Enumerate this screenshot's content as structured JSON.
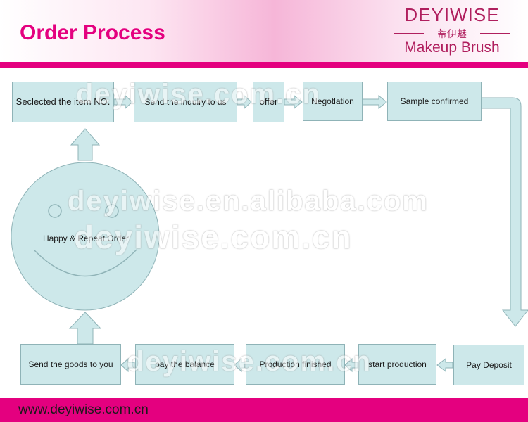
{
  "header": {
    "title": "Order Process",
    "brand": {
      "name": "DEYIWISE",
      "chinese": "蒂伊魅",
      "tagline": "Makeup Brush"
    }
  },
  "steps": {
    "s1": "Seclected the item NO.",
    "s2": "Send the inquiry to us",
    "s3": "offer",
    "s4": "Negotlation",
    "s5": "Sample confirmed",
    "s6": "Pay Deposit",
    "s7": "start production",
    "s8": "Production finished",
    "s9": "pay the balance",
    "s10": "Send the goods to you",
    "s11": "Happy & Repeat Order"
  },
  "watermarks": {
    "w1": "deyiwise.com.cn",
    "w2": "deyiwise.en.alibaba.com",
    "w3": "deyiwise.com.cn",
    "w4": "deyiwise.com.cn"
  },
  "footer": {
    "url": "www.deyiwise.com.cn"
  },
  "colors": {
    "accent": "#e4007f",
    "box_fill": "#cde8ea",
    "box_border": "#8fb3b7"
  }
}
